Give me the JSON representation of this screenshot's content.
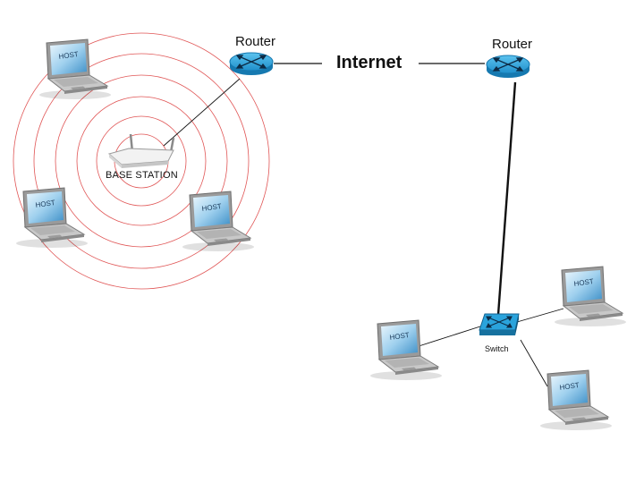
{
  "labels": {
    "router_left": "Router",
    "router_right": "Router",
    "internet": "Internet",
    "base_station": "BASE STATION",
    "switch": "Switch",
    "host": "HOST"
  },
  "colors": {
    "router_fill": "#29a6df",
    "router_dark": "#1679b0",
    "switch_fill": "#29a6df",
    "signal_ring": "#e05555",
    "link_line": "#111111"
  },
  "icons": {
    "router": "router-icon",
    "switch": "switch-icon",
    "base_station": "wireless-access-point-icon",
    "host": "laptop-icon"
  }
}
